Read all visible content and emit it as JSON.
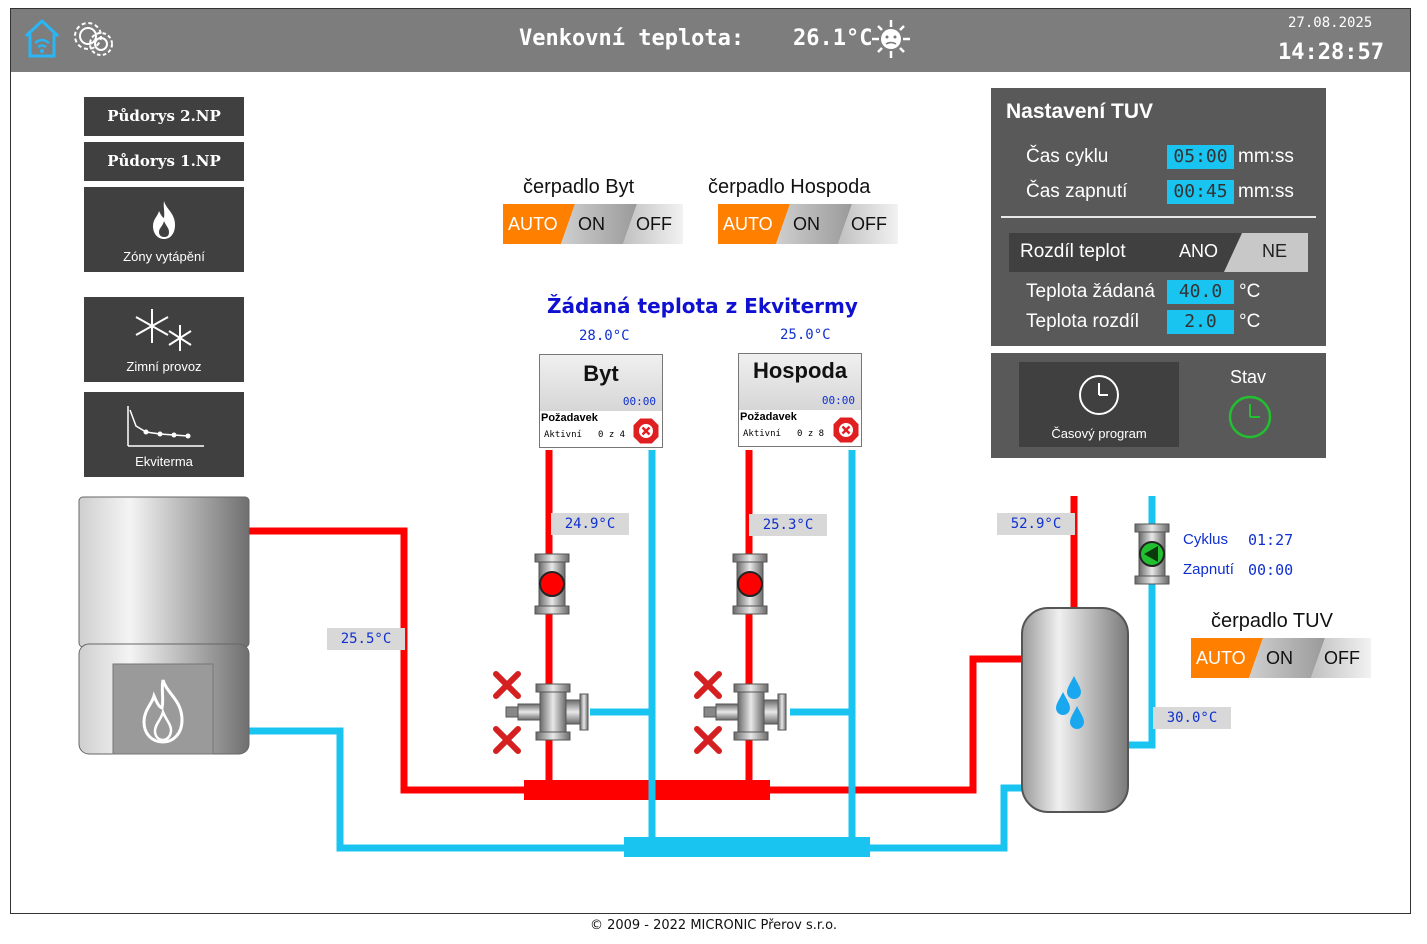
{
  "header": {
    "ext_label": "Venkovní teplota:",
    "ext_value": "26.1°C",
    "date": "27.08.2025",
    "time": "14:28:57",
    "icons": [
      "home-wifi-icon",
      "settings-gears-icon",
      "sun-icon"
    ]
  },
  "nav": {
    "floor2": "Půdorys 2.NP",
    "floor1": "Půdorys 1.NP",
    "zones": "Zóny vytápění",
    "winter": "Zimní provoz",
    "ekviterma": "Ekviterma"
  },
  "pumps": {
    "byt": {
      "label": "čerpadlo Byt",
      "auto": "AUTO",
      "on": "ON",
      "off": "OFF",
      "active": "AUTO"
    },
    "hospoda": {
      "label": "čerpadlo Hospoda",
      "auto": "AUTO",
      "on": "ON",
      "off": "OFF",
      "active": "AUTO"
    },
    "tuv": {
      "label": "čerpadlo TUV",
      "auto": "AUTO",
      "on": "ON",
      "off": "OFF",
      "active": "AUTO"
    }
  },
  "ekviterma": {
    "title": "Žádaná teplota z Ekvitermy",
    "byt_temp": "28.0°C",
    "hospoda_temp": "25.0°C"
  },
  "zones": {
    "byt": {
      "name": "Byt",
      "time": "00:00",
      "request": "Požadavek",
      "active_label": "Aktivní",
      "count": "0 z 4"
    },
    "hospoda": {
      "name": "Hospoda",
      "time": "00:00",
      "request": "Požadavek",
      "active_label": "Aktivní",
      "count": "0 z 8"
    }
  },
  "temps": {
    "byt_supply": "24.9°C",
    "hospoda_supply": "25.3°C",
    "boiler_supply": "25.5°C",
    "tank_hot": "52.9°C",
    "tank_return": "30.0°C"
  },
  "tuv": {
    "title": "Nastavení TUV",
    "cycle_label": "Čas cyklu",
    "cycle_value": "05:00",
    "cycle_unit": "mm:ss",
    "on_label": "Čas zapnutí",
    "on_value": "00:45",
    "on_unit": "mm:ss",
    "diff_label": "Rozdíl teplot",
    "diff_yes": "ANO",
    "diff_no": "NE",
    "diff_active": "NE",
    "setpoint_label": "Teplota žádaná",
    "setpoint_value": "40.0",
    "setpoint_unit": "°C",
    "delta_label": "Teplota rozdíl",
    "delta_value": "2.0",
    "delta_unit": "°C",
    "program_label": "Časový program",
    "status_label": "Stav"
  },
  "circ": {
    "cycle_label": "Cyklus",
    "cycle_value": "01:27",
    "on_label": "Zapnutí",
    "on_value": "00:00"
  },
  "colors": {
    "hot": "#ff0000",
    "cold": "#19c4f0",
    "auto": "#ff8000",
    "panel": "#595959",
    "button": "#404040"
  },
  "footer": "© 2009 - 2022 MICRONIC Přerov s.r.o."
}
